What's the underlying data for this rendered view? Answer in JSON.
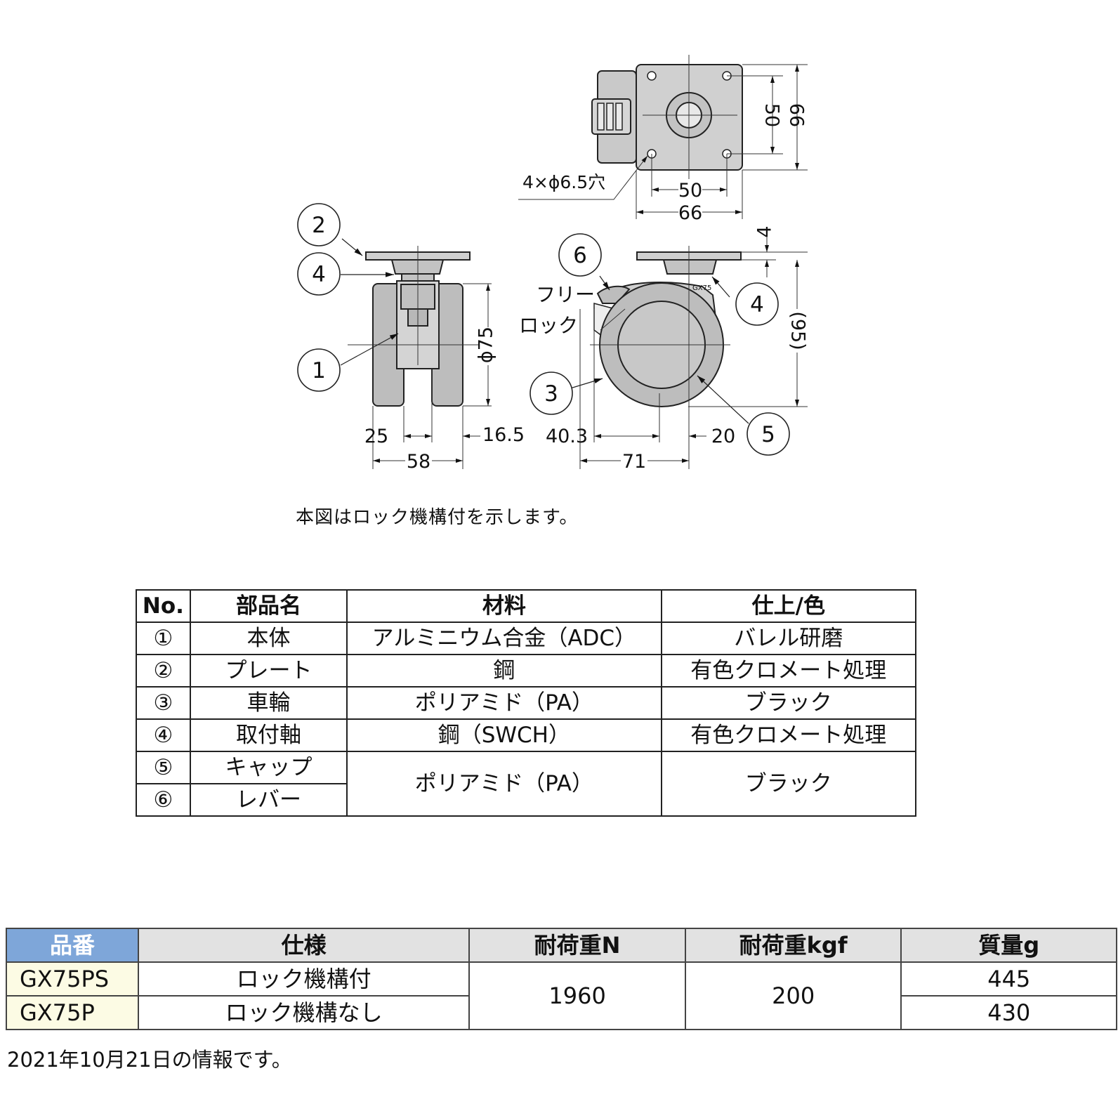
{
  "drawing": {
    "callouts": [
      "1",
      "2",
      "3",
      "4",
      "4",
      "5",
      "6"
    ],
    "hole_label": "4×ϕ6.5穴",
    "lever_free": "フリー",
    "lever_lock": "ロック",
    "wheel_mark": "GX75",
    "dims": {
      "top_50_h": "50",
      "top_66_h": "66",
      "top_50_v": "50",
      "top_66_v": "66",
      "front_dia": "ϕ75",
      "front_25": "25",
      "front_16_5": "16.5",
      "front_58": "58",
      "side_4": "4",
      "side_95": "(95)",
      "side_40_3": "40.3",
      "side_20": "20",
      "side_71": "71"
    }
  },
  "caption": "本図はロック機構付を示します。",
  "parts_table": {
    "headers": [
      "No.",
      "部品名",
      "材料",
      "仕上/色"
    ],
    "rows": [
      {
        "no": "①",
        "name": "本体",
        "material": "アルミニウム合金（ADC）",
        "finish": "バレル研磨"
      },
      {
        "no": "②",
        "name": "プレート",
        "material": "鋼",
        "finish": "有色クロメート処理"
      },
      {
        "no": "③",
        "name": "車輪",
        "material": "ポリアミド（PA）",
        "finish": "ブラック"
      },
      {
        "no": "④",
        "name": "取付軸",
        "material": "鋼（SWCH）",
        "finish": "有色クロメート処理"
      },
      {
        "no": "⑤",
        "name": "キャップ",
        "material": "ポリアミド（PA）",
        "finish": "ブラック"
      },
      {
        "no": "⑥",
        "name": "レバー"
      }
    ]
  },
  "spec_table": {
    "headers": [
      "品番",
      "仕様",
      "耐荷重N",
      "耐荷重kgf",
      "質量g"
    ],
    "rows": [
      {
        "part_no": "GX75PS",
        "spec": "ロック機構付",
        "load_n": "1960",
        "load_kgf": "200",
        "mass": "445"
      },
      {
        "part_no": "GX75P",
        "spec": "ロック機構なし",
        "mass": "430"
      }
    ]
  },
  "footnote": "2021年10月21日の情報です。"
}
